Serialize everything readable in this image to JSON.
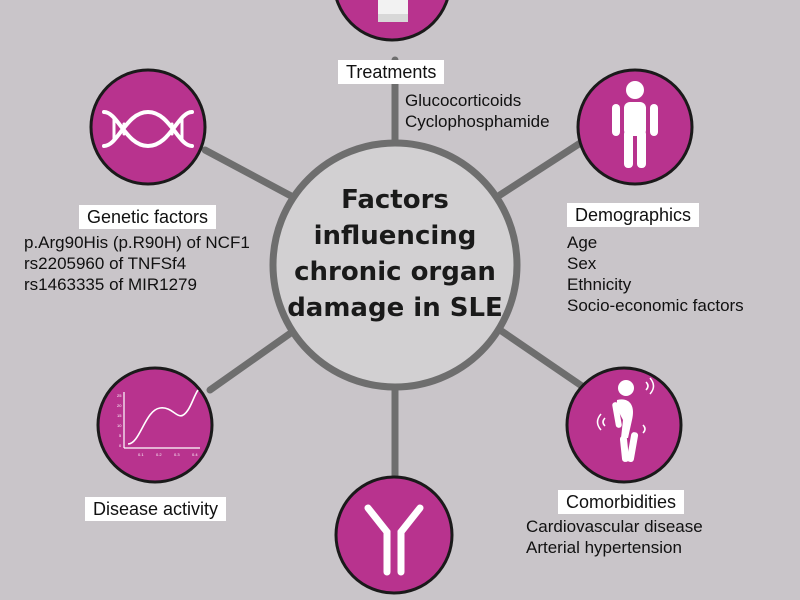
{
  "center": {
    "lines": [
      "Factors",
      "influencing",
      "chronic organ",
      "damage in SLE"
    ]
  },
  "colors": {
    "background": "#c9c5c9",
    "node_fill": "#b8338e",
    "node_ring": "#1a1a1a",
    "connector": "#6e6e6e",
    "center_fill": "#d2d0d2"
  },
  "nodes": {
    "treatments": {
      "label": "Treatments",
      "icon": "pill-bottle-icon",
      "items": [
        "Glucocorticoids",
        "Cyclophosphamide"
      ]
    },
    "demographics": {
      "label": "Demographics",
      "icon": "person-icon",
      "items": [
        "Age",
        "Sex",
        "Ethnicity",
        "Socio-economic factors"
      ]
    },
    "comorbidities": {
      "label": "Comorbidities",
      "icon": "elderly-person-icon",
      "items": [
        "Cardiovascular disease",
        "Arterial hypertension"
      ]
    },
    "antibodies": {
      "icon": "antibody-icon"
    },
    "disease_activity": {
      "label": "Disease activity",
      "icon": "line-graph-icon",
      "graph_ticks_x": [
        "0.1",
        "0.2",
        "0.3",
        "0.4"
      ],
      "graph_ticks_y": [
        "25",
        "20",
        "15",
        "10",
        "5",
        "0"
      ]
    },
    "genetic": {
      "label": "Genetic factors",
      "icon": "dna-icon",
      "items": [
        "p.Arg90His (p.R90H) of NCF1",
        "rs2205960 of TNFSf4",
        "rs1463335 of MIR1279"
      ]
    }
  }
}
